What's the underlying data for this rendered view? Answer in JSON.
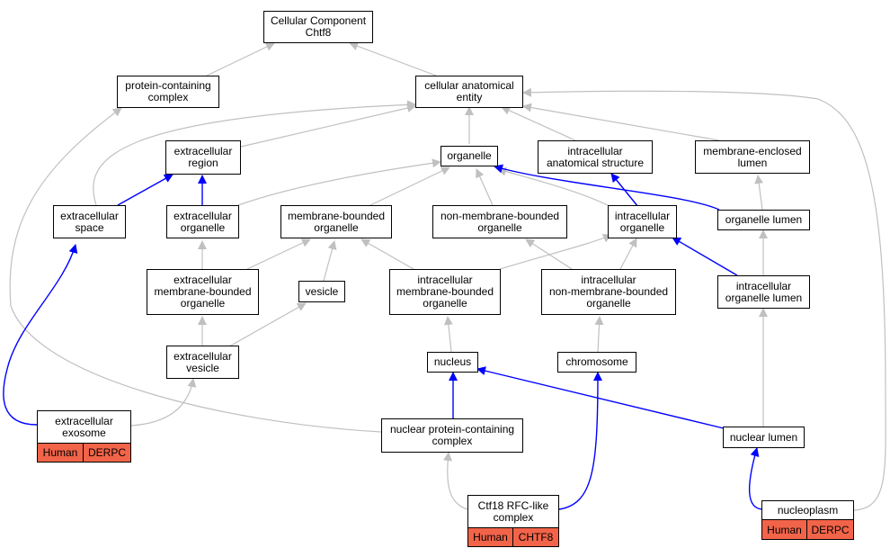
{
  "diagram": {
    "colors": {
      "grey_edge": "#c0c0c0",
      "blue_edge": "#0000ff",
      "tag_fill": "#f26449"
    },
    "nodes": {
      "root": "Cellular Component\nChtf8",
      "protein_containing_complex": "protein-containing\ncomplex",
      "cellular_anatomical_entity": "cellular anatomical\nentity",
      "extracellular_region": "extracellular\nregion",
      "organelle": "organelle",
      "intracellular_anatomical_structure": "intracellular\nanatomical structure",
      "membrane_enclosed_lumen": "membrane-enclosed\nlumen",
      "extracellular_space": "extracellular\nspace",
      "extracellular_organelle": "extracellular\norganelle",
      "membrane_bounded_organelle": "membrane-bounded\norganelle",
      "non_membrane_bounded_organelle": "non-membrane-bounded\norganelle",
      "intracellular_organelle": "intracellular\norganelle",
      "organelle_lumen": "organelle lumen",
      "extracellular_membrane_bounded_organelle": "extracellular\nmembrane-bounded\norganelle",
      "vesicle": "vesicle",
      "intracellular_membrane_bounded_organelle": "intracellular\nmembrane-bounded\norganelle",
      "intracellular_non_membrane_bounded_organelle": "intracellular\nnon-membrane-bounded\norganelle",
      "intracellular_organelle_lumen": "intracellular\norganelle lumen",
      "extracellular_vesicle": "extracellular\nvesicle",
      "nucleus": "nucleus",
      "chromosome": "chromosome",
      "extracellular_exosome": "extracellular\nexosome",
      "nuclear_protein_containing_complex": "nuclear protein-containing\ncomplex",
      "nuclear_lumen": "nuclear lumen",
      "ctf18_rfc_like_complex": "Ctf18 RFC-like\ncomplex",
      "nucleoplasm": "nucleoplasm"
    },
    "tags": {
      "exosome_human": "Human",
      "exosome_source": "DERPC",
      "ctf18_human": "Human",
      "ctf18_gene": "CHTF8",
      "nucleoplasm_human": "Human",
      "nucleoplasm_source": "DERPC"
    }
  }
}
